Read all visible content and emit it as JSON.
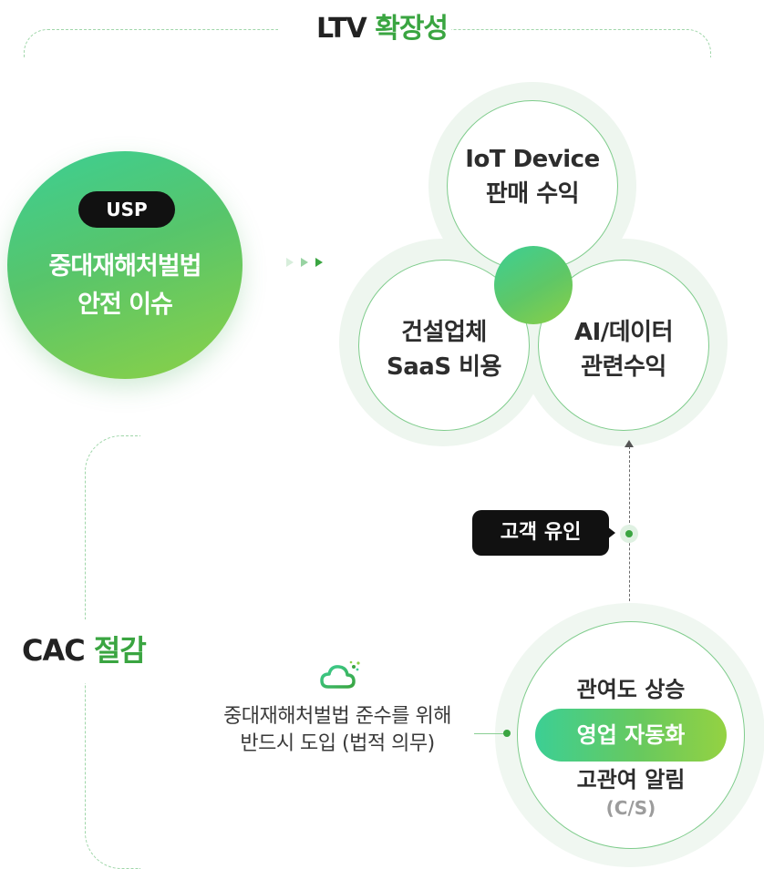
{
  "header": {
    "title_en": "LTV",
    "title_ko": "확장성"
  },
  "usp": {
    "badge": "USP",
    "line1": "중대재해처벌법",
    "line2": "안전 이슈"
  },
  "trefoil": {
    "top": {
      "line1": "IoT Device",
      "line2": "판매 수익"
    },
    "left": {
      "line1": "건설업체",
      "line2": "SaaS 비용"
    },
    "right": {
      "line1": "AI/데이터",
      "line2": "관련수익"
    }
  },
  "customer": {
    "label": "고객 유인"
  },
  "cac": {
    "title_en": "CAC",
    "title_ko": "절감"
  },
  "law": {
    "line1": "중대재해처벌법 준수를 위해",
    "line2": "반드시 도입 (법적 의무)"
  },
  "bottom_circle": {
    "line1": "관여도 상승",
    "pill": "영업 자동화",
    "line2": "고관여 알림",
    "line3": "(C/S)"
  },
  "colors": {
    "accent": "#3aa541",
    "gradient_start": "#3ccf94",
    "gradient_end": "#8cd146"
  },
  "icons": {
    "cloud": "cloud-icon",
    "arrows": "triple-arrow-icon"
  }
}
